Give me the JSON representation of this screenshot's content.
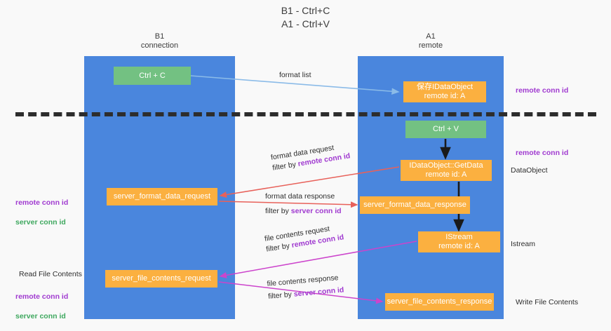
{
  "title": {
    "line1": "B1 - Ctrl+C",
    "line2": "A1 - Ctrl+V"
  },
  "columns": [
    {
      "id": "b1",
      "line1": "B1",
      "line2": "connection",
      "color": "#4a86dd"
    },
    {
      "id": "a1",
      "line1": "A1",
      "line2": "remote",
      "color": "#4a86dd"
    }
  ],
  "nodes": {
    "ctrl_c": {
      "line1": "Ctrl + C",
      "line2": "",
      "color": "#73c182"
    },
    "idataobject": {
      "line1": "保存IDataObject",
      "line2": "remote id: A",
      "color": "#fbb040"
    },
    "ctrl_v": {
      "line1": "Ctrl + V",
      "line2": "",
      "color": "#73c182"
    },
    "getdata": {
      "line1": "IDataObject::GetData",
      "line2": "remote id: A",
      "color": "#fbb040"
    },
    "sfd_request": {
      "line1": "server_format_data_request",
      "line2": "",
      "color": "#fbb040"
    },
    "sfd_response": {
      "line1": "server_format_data_response",
      "line2": "",
      "color": "#fbb040"
    },
    "istream": {
      "line1": "IStream",
      "line2": "remote id: A",
      "color": "#fbb040"
    },
    "sfc_request": {
      "line1": "server_file_contents_request",
      "line2": "",
      "color": "#fbb040"
    },
    "sfc_response": {
      "line1": "server_file_contents_response",
      "line2": "",
      "color": "#fbb040"
    }
  },
  "edge_labels": {
    "format_list": "format list",
    "format_data_request": "format data request",
    "format_data_request_filter_prefix": "filter by ",
    "format_data_request_filter_key": "remote conn id",
    "format_data_response": "format data response",
    "format_data_response_filter_prefix": "filter by ",
    "format_data_response_filter_key": "server conn id",
    "file_contents_request": "file contents request",
    "file_contents_request_filter_prefix": "filter by ",
    "file_contents_request_filter_key": "remote conn id",
    "file_contents_response": "file contents response",
    "file_contents_response_filter_prefix": "filter by ",
    "file_contents_response_filter_key": "server conn id"
  },
  "annotations": {
    "remote_conn_id_top": "remote conn id",
    "remote_conn_id_mid": "remote conn id",
    "dataobject": "DataObject",
    "istream": "Istream",
    "write_file_contents": "Write File Contents",
    "read_file_contents": "Read File Contents",
    "left_remote_conn_id_1": "remote conn id",
    "left_server_conn_id_1": "server conn id",
    "left_remote_conn_id_2": "remote conn id",
    "left_server_conn_id_2": "server conn id"
  },
  "colors": {
    "column": "#4a86dd",
    "green_node": "#73c182",
    "orange_node": "#fbb040",
    "purple_text": "#a03ad0",
    "green_text": "#3fa85f",
    "arrow_blue": "#8bbbe8",
    "arrow_red": "#e8615a",
    "arrow_magenta": "#cc44cc",
    "arrow_black": "#1a1a1a",
    "divider": "#2d2d2d",
    "background": "#f9f9f9"
  }
}
